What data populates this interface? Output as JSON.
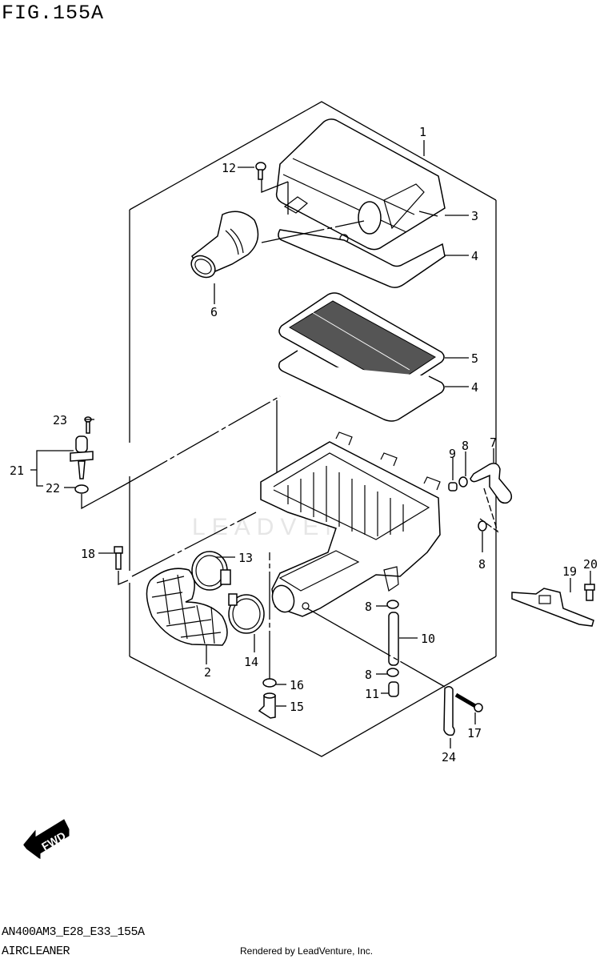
{
  "figure": {
    "title": "FIG.155A",
    "model_code": "AN400AM3_E28_E33_155A",
    "section_name": "AIRCLEANER",
    "credit": "Rendered by LeadVenture, Inc.",
    "watermark": "LEADVENTURE",
    "fwd_label": "FWD"
  },
  "callouts": [
    {
      "id": "1",
      "part": "air-cleaner-cover"
    },
    {
      "id": "2",
      "part": "intake-duct"
    },
    {
      "id": "3",
      "part": "cover-upper"
    },
    {
      "id": "4",
      "part": "seal-upper"
    },
    {
      "id": "5",
      "part": "filter-element"
    },
    {
      "id": "4",
      "part": "seal-lower"
    },
    {
      "id": "6",
      "part": "inlet-pipe"
    },
    {
      "id": "7",
      "part": "breather-hose"
    },
    {
      "id": "8",
      "part": "clip-a"
    },
    {
      "id": "9",
      "part": "cap"
    },
    {
      "id": "8",
      "part": "clip-b"
    },
    {
      "id": "10",
      "part": "drain-hose"
    },
    {
      "id": "8",
      "part": "clip-c"
    },
    {
      "id": "8",
      "part": "clip-d"
    },
    {
      "id": "11",
      "part": "drain-plug"
    },
    {
      "id": "12",
      "part": "screw"
    },
    {
      "id": "13",
      "part": "clamp-a"
    },
    {
      "id": "14",
      "part": "clamp-b"
    },
    {
      "id": "15",
      "part": "drain-cap"
    },
    {
      "id": "16",
      "part": "clip-e"
    },
    {
      "id": "17",
      "part": "bolt-a"
    },
    {
      "id": "18",
      "part": "bolt-b"
    },
    {
      "id": "19",
      "part": "bracket"
    },
    {
      "id": "20",
      "part": "bolt-c"
    },
    {
      "id": "21",
      "part": "sensor-assy"
    },
    {
      "id": "22",
      "part": "o-ring"
    },
    {
      "id": "23",
      "part": "screw-b"
    },
    {
      "id": "24",
      "part": "stay"
    }
  ]
}
